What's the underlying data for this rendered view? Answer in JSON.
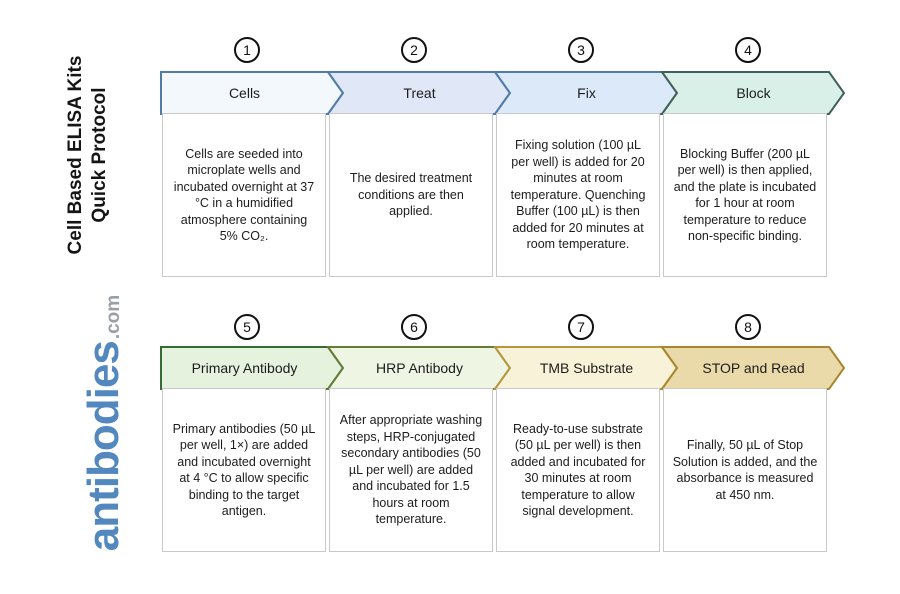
{
  "sidebar": {
    "title_line1": "Cell Based ELISA Kits",
    "title_line2": "Quick Protocol",
    "logo_text": "antibodies",
    "logo_suffix": ".com",
    "logo_color": "#5288bd",
    "logo_suffix_color": "#9aa0a6"
  },
  "steps": [
    {
      "number": "1",
      "label": "Cells",
      "fill": "#f3f8fc",
      "border": "#4f7ca8",
      "description": "Cells are seeded into microplate wells and incubated overnight at 37 °C in a humidified atmosphere containing 5% CO₂."
    },
    {
      "number": "2",
      "label": "Treat",
      "fill": "#e0e7f7",
      "border": "#4f7ca8",
      "description": "The desired treatment conditions are then applied."
    },
    {
      "number": "3",
      "label": "Fix",
      "fill": "#dce9f8",
      "border": "#4f7ca8",
      "description": "Fixing solution (100 µL per well) is added for 20 minutes at room temperature. Quenching Buffer (100 µL) is then added for 20 minutes at room temperature."
    },
    {
      "number": "4",
      "label": "Block",
      "fill": "#d8f0e8",
      "border": "#42605b",
      "description": "Blocking Buffer (200 µL per well) is then applied, and the plate is incubated for 1 hour at room temperature to reduce non-specific binding."
    },
    {
      "number": "5",
      "label": "Primary Antibody",
      "fill": "#e4f2de",
      "border": "#356b35",
      "description": "Primary antibodies (50 µL per well, 1×) are added and incubated overnight at 4 °C to allow specific binding to the target antigen."
    },
    {
      "number": "6",
      "label": "HRP Antibody",
      "fill": "#eef5e2",
      "border": "#647c36",
      "description": "After appropriate washing steps, HRP-conjugated secondary antibodies (50 µL per well) are added and incubated for 1.5 hours at room temperature."
    },
    {
      "number": "7",
      "label": "TMB Substrate",
      "fill": "#f8f3d8",
      "border": "#b5973f",
      "description": "Ready-to-use substrate (50 µL per well) is then added and incubated for 30 minutes at room temperature to allow signal development."
    },
    {
      "number": "8",
      "label": "STOP and Read",
      "fill": "#ebdaa9",
      "border": "#a8862f",
      "description": "Finally, 50 µL of Stop Solution is added, and the absorbance is measured at 450 nm."
    }
  ]
}
